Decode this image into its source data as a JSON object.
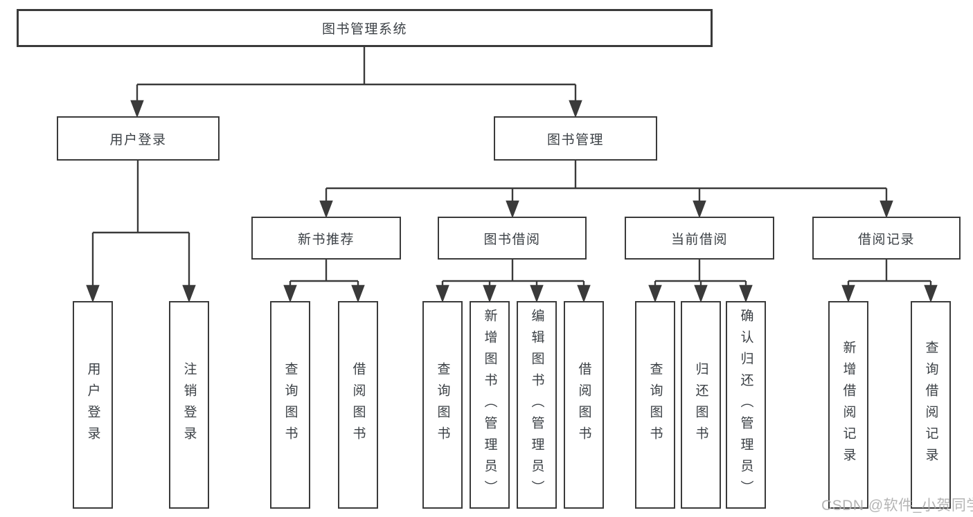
{
  "diagram": {
    "root": {
      "label": "图书管理系统"
    },
    "level2": [
      {
        "label": "用户登录"
      },
      {
        "label": "图书管理"
      }
    ],
    "level3": [
      {
        "label": "新书推荐"
      },
      {
        "label": "图书借阅"
      },
      {
        "label": "当前借阅"
      },
      {
        "label": "借阅记录"
      }
    ],
    "leaves": [
      {
        "label": "用户登录"
      },
      {
        "label": "注销登录"
      },
      {
        "label": "查询图书"
      },
      {
        "label": "借阅图书"
      },
      {
        "label": "查询图书"
      },
      {
        "label": "新增图书（管理员）"
      },
      {
        "label": "编辑图书（管理员）"
      },
      {
        "label": "借阅图书"
      },
      {
        "label": "查询图书"
      },
      {
        "label": "归还图书"
      },
      {
        "label": "确认归还（管理员）"
      },
      {
        "label": "新增借阅记录"
      },
      {
        "label": "查询借阅记录"
      }
    ],
    "watermark": "CSDN @软件_小贺同学",
    "colors": {
      "line": "#3a3a3a",
      "border": "#3a3a3a",
      "text": "#3b4045",
      "watermark": "#acacac",
      "background": "#ffffff"
    }
  }
}
